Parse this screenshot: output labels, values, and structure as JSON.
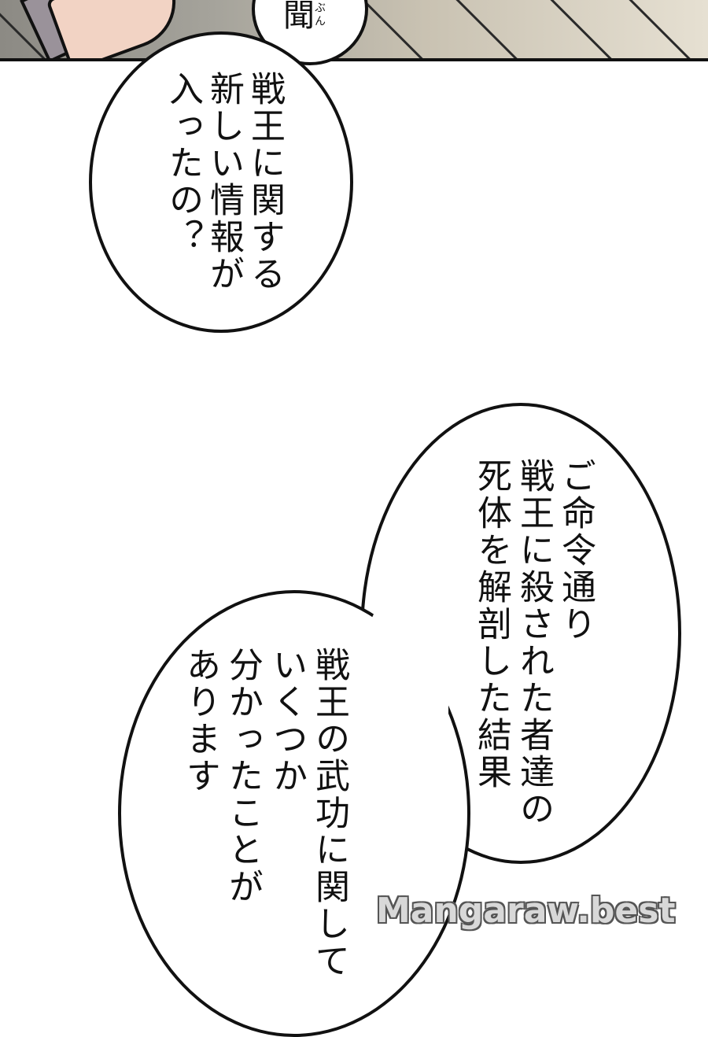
{
  "top_bubble": {
    "text": "聞",
    "ruby": "ぶん"
  },
  "bubble_1": {
    "lines": [
      "戦王に関する",
      "新しい情報が",
      "入ったの？"
    ]
  },
  "bubble_2": {
    "lines": [
      "ご命令通り",
      "戦王に殺された者達の",
      "死体を解剖した結果"
    ]
  },
  "bubble_3": {
    "lines": [
      "戦王の武功に関して",
      "いくつか",
      "分かったことが",
      "あります"
    ]
  },
  "watermark": "Mangaraw.best"
}
